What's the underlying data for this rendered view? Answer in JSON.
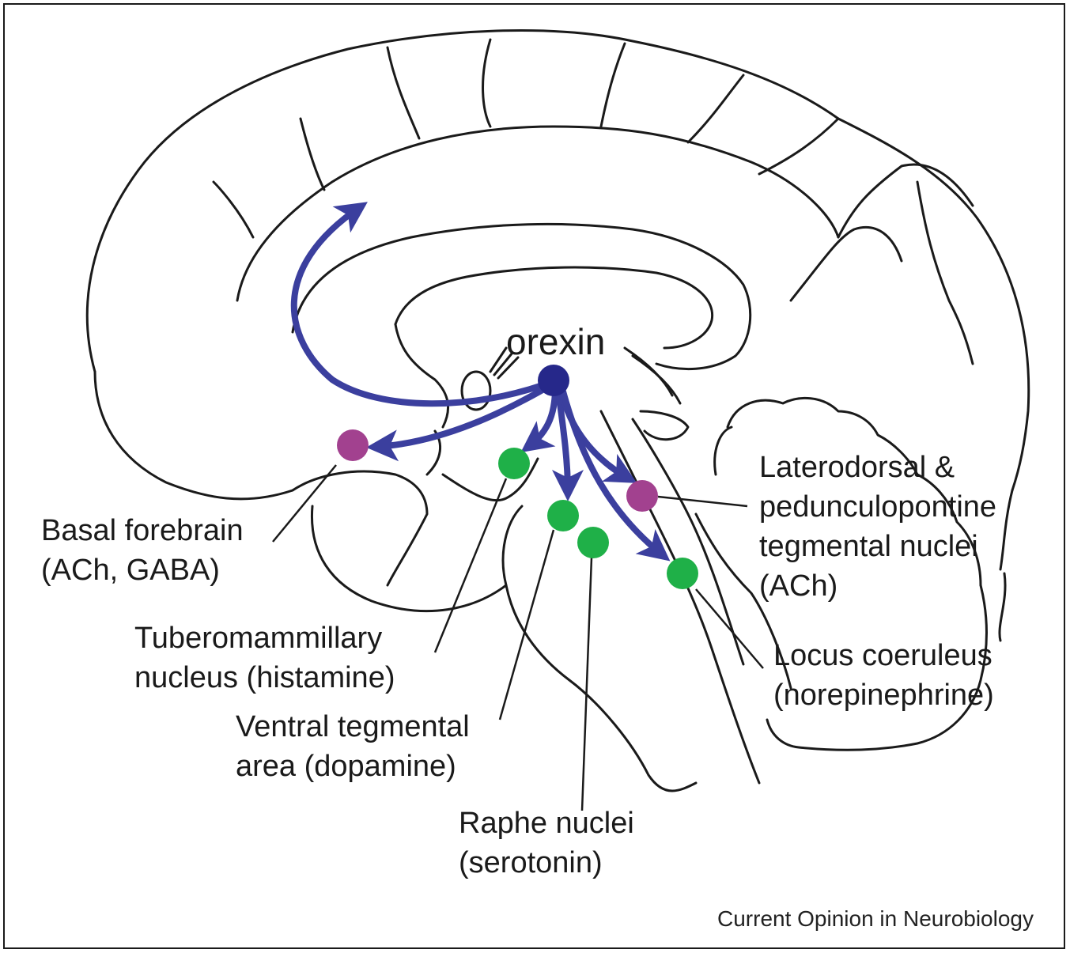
{
  "diagram": {
    "center_label": "orexin",
    "colors": {
      "orexin_node": "#26288a",
      "arrow": "#3b3f9e",
      "cholinergic_node": "#a2418f",
      "monoaminergic_node": "#1fb048",
      "outline": "#1a1a1a"
    },
    "targets": [
      {
        "id": "basal-forebrain",
        "lines": [
          "Basal forebrain",
          "(ACh, GABA)"
        ],
        "node_color": "purple"
      },
      {
        "id": "tuberomammillary",
        "lines": [
          "Tuberomammillary",
          "nucleus (histamine)"
        ],
        "node_color": "green"
      },
      {
        "id": "ventral-tegmental",
        "lines": [
          "Ventral tegmental",
          "area (dopamine)"
        ],
        "node_color": "green"
      },
      {
        "id": "raphe",
        "lines": [
          "Raphe nuclei",
          "(serotonin)"
        ],
        "node_color": "green"
      },
      {
        "id": "ldt-ppt",
        "lines": [
          "Laterodorsal &",
          "pedunculopontine",
          "tegmental nuclei",
          "(ACh)"
        ],
        "node_color": "purple"
      },
      {
        "id": "locus-coeruleus",
        "lines": [
          "Locus coeruleus",
          "(norepinephrine)"
        ],
        "node_color": "green"
      }
    ]
  },
  "credit": "Current Opinion in Neurobiology"
}
